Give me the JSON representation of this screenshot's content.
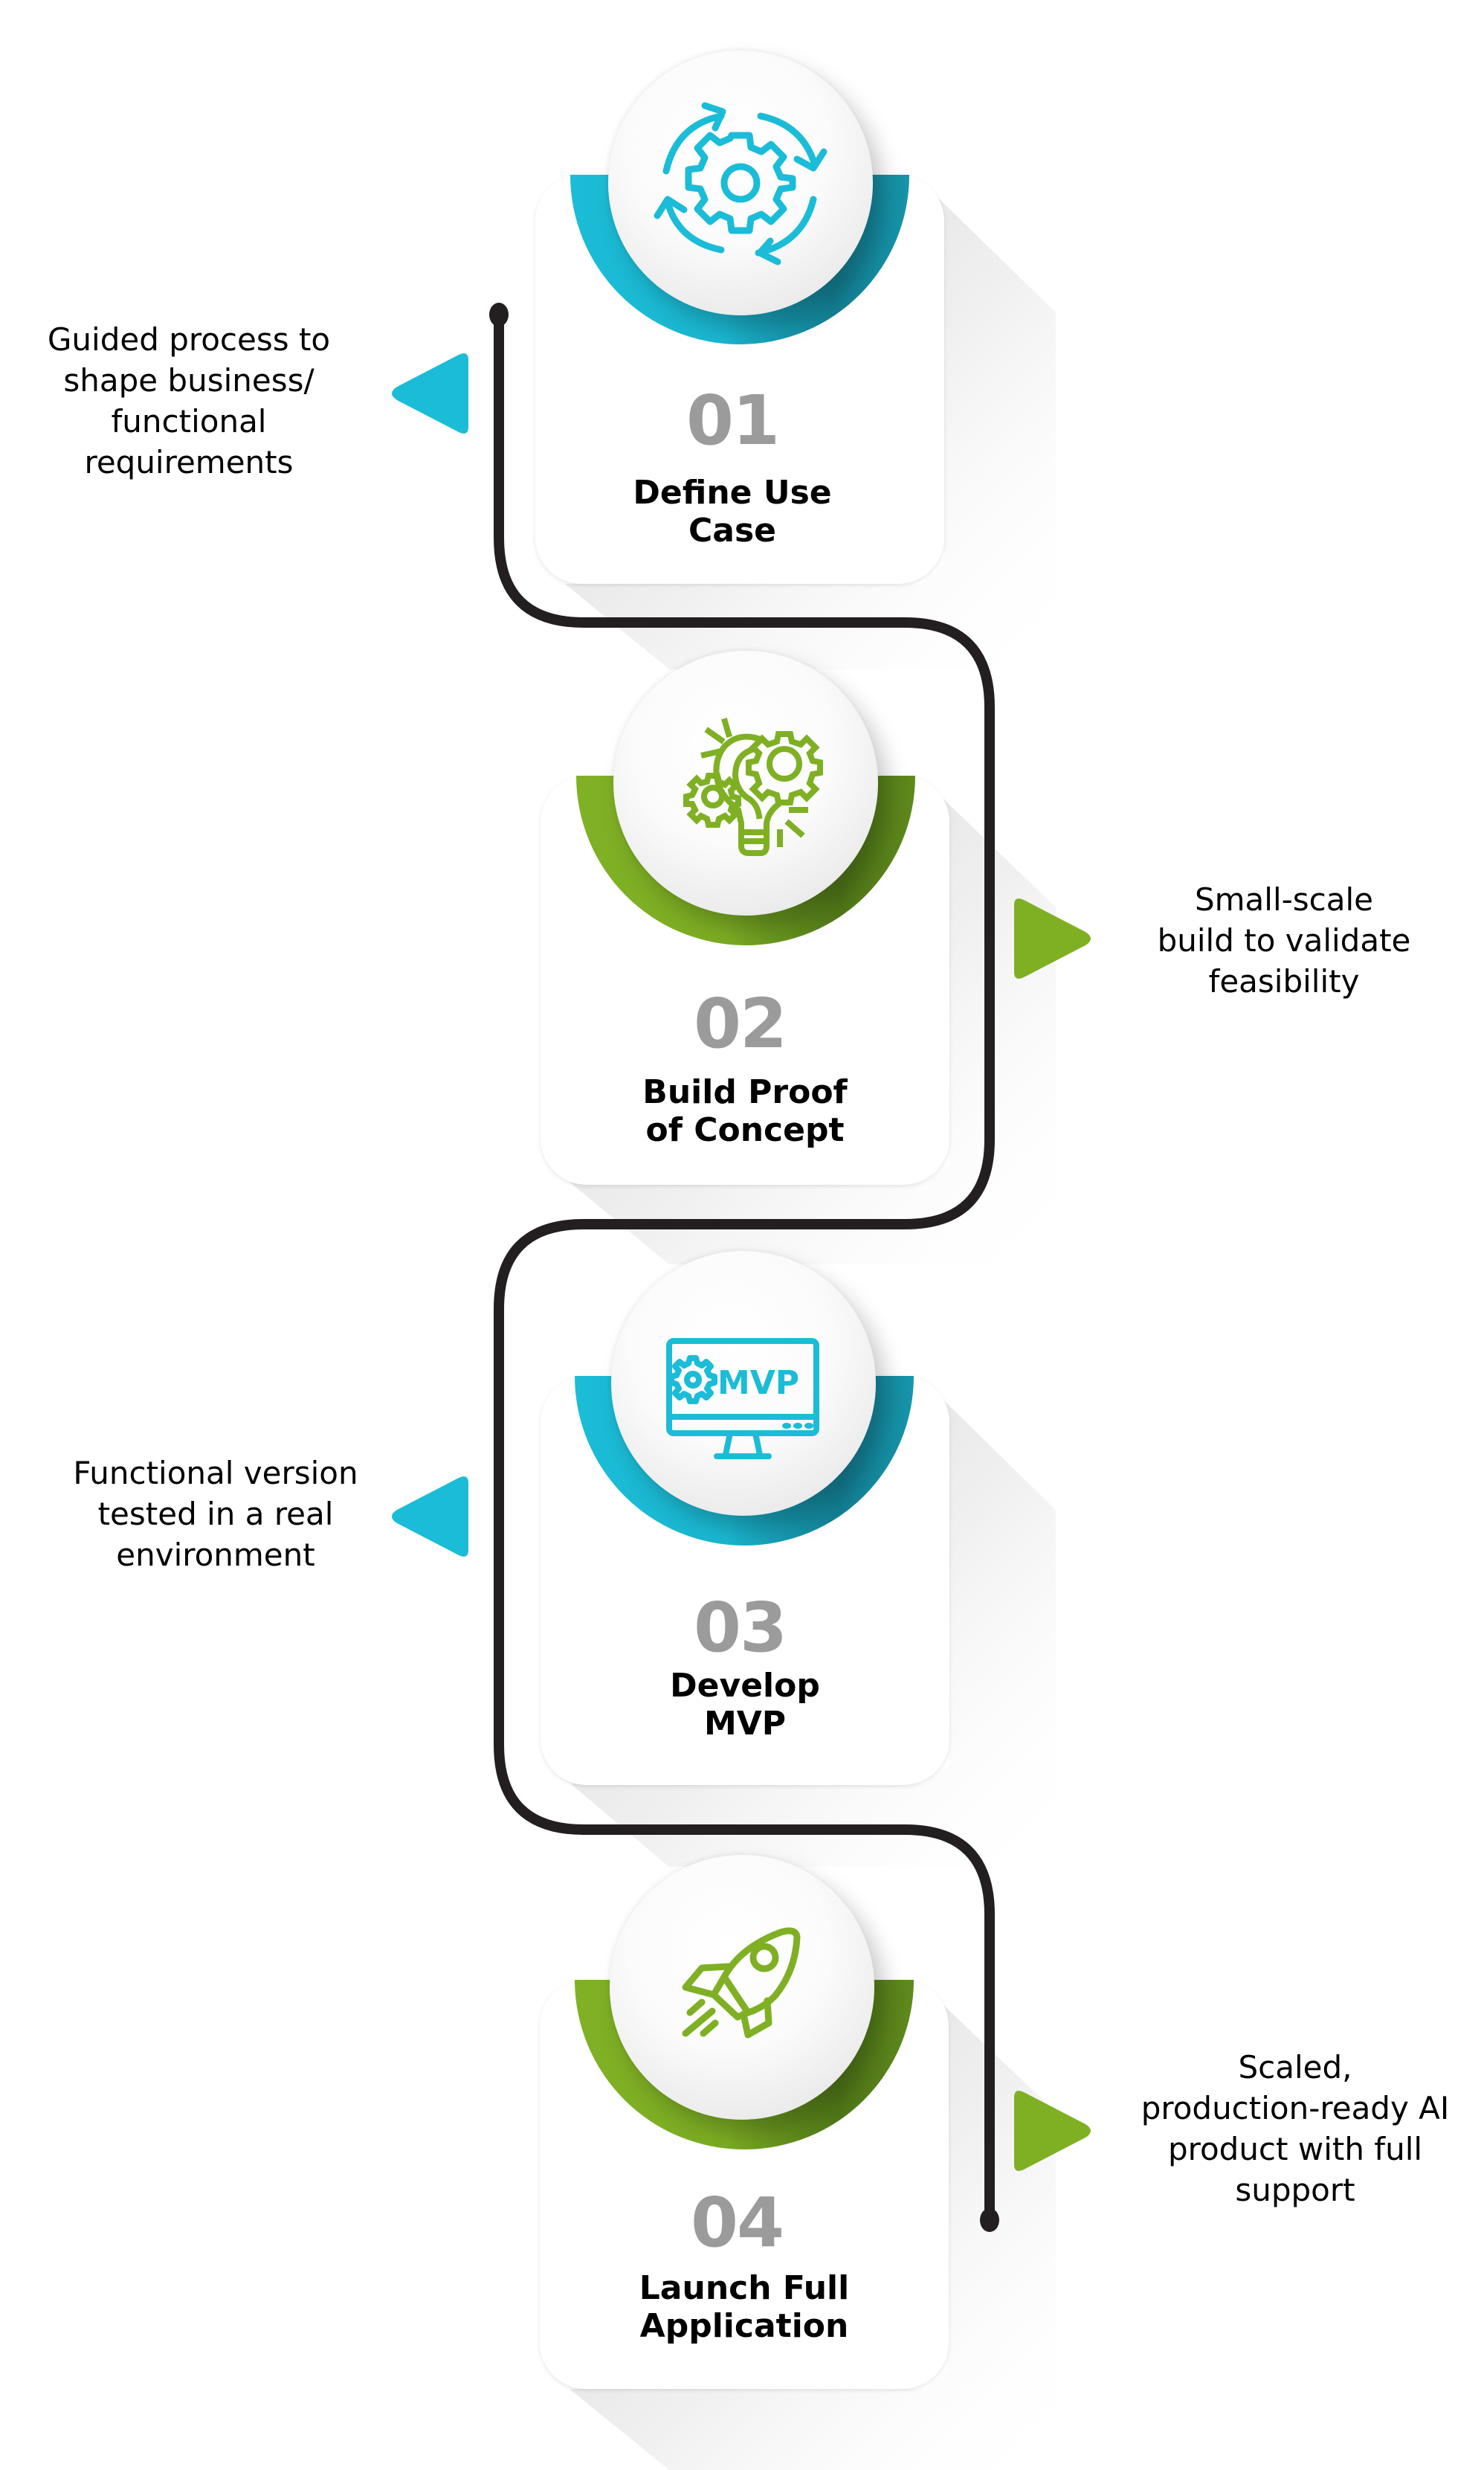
{
  "colors": {
    "teal": "#1bbcd7",
    "teal_dark": "#137f93",
    "green": "#7fb024",
    "green_dark": "#4f7718",
    "number_gray": "#9b9b9b",
    "path": "#231f20",
    "text": "#000000"
  },
  "steps": [
    {
      "number": "01",
      "title_lines": [
        "Define Use",
        "Case"
      ],
      "icon": "gear-cycle-icon",
      "accent": "teal",
      "description_lines": [
        "Guided process to",
        "shape business/",
        "functional",
        "requirements"
      ],
      "description_side": "left"
    },
    {
      "number": "02",
      "title_lines": [
        "Build Proof",
        "of Concept"
      ],
      "icon": "lightbulb-gears-icon",
      "accent": "green",
      "description_lines": [
        "Small-scale",
        "build to validate",
        "feasibility"
      ],
      "description_side": "right"
    },
    {
      "number": "03",
      "title_lines": [
        "Develop",
        "MVP"
      ],
      "icon": "mvp-monitor-icon",
      "icon_text": "MVP",
      "accent": "teal",
      "description_lines": [
        "Functional version",
        "tested in a real",
        "environment"
      ],
      "description_side": "left"
    },
    {
      "number": "04",
      "title_lines": [
        "Launch Full",
        "Application"
      ],
      "icon": "rocket-icon",
      "accent": "green",
      "description_lines": [
        "Scaled,",
        "production-ready AI",
        "product with full",
        "support"
      ],
      "description_side": "right"
    }
  ]
}
